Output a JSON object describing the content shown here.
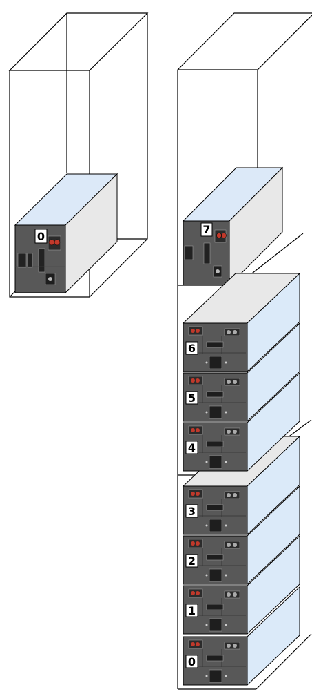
{
  "colors": {
    "box_top": "#dce9f8",
    "box_side": "#e8e8e8",
    "box_side_blue": "#dbeaf9",
    "panel": "#585858",
    "panel_dark": "#2b2b2b",
    "connector_red": "#c0392b",
    "cabinet_line": "#000000",
    "background": "#ffffff"
  },
  "left_cabinet": {
    "controller_label": "0"
  },
  "right_cabinet": {
    "controller_label": "7",
    "modules": [
      "6",
      "5",
      "4",
      "3",
      "2",
      "1",
      "0"
    ]
  }
}
